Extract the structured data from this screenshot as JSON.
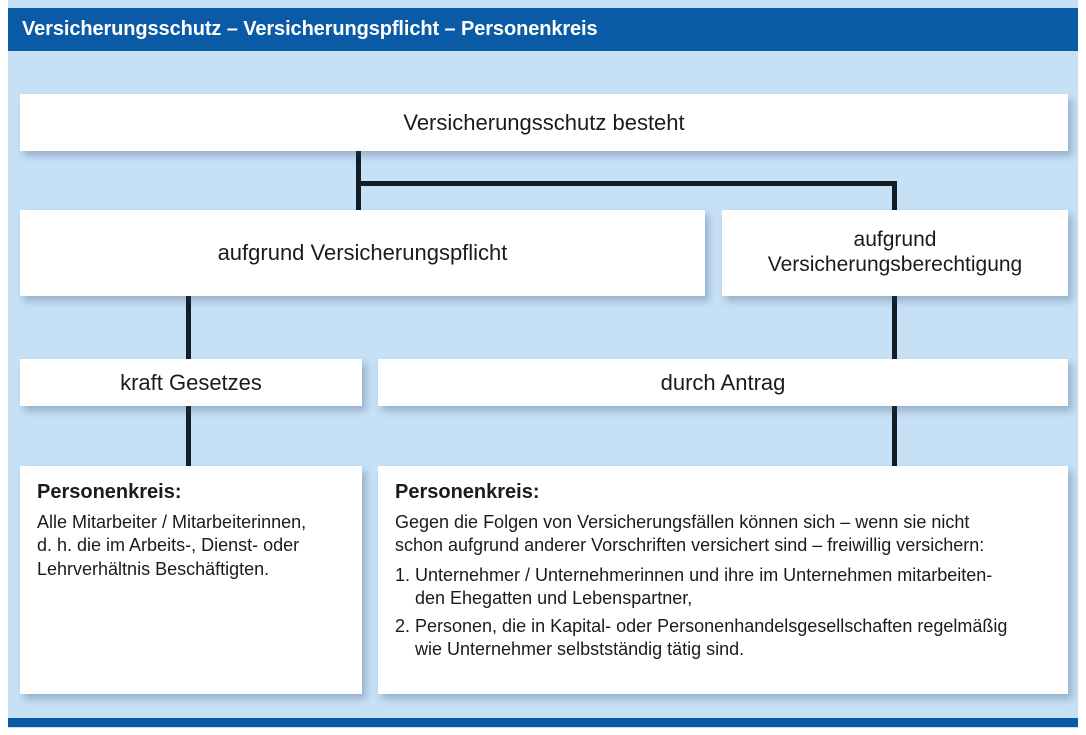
{
  "header": {
    "title": "Versicherungsschutz – Versicherungspflicht – Personenkreis",
    "bar_color": "#0b5aa5"
  },
  "colors": {
    "background": "#c6e0f6",
    "accent": "#0b5aa5",
    "box_fill": "#ffffff",
    "connector": "#141c26",
    "text": "#1b1b1b"
  },
  "nodes": {
    "root": "Versicherungsschutz besteht",
    "branch_left": "aufgrund Versicherungspflicht",
    "branch_right_line1": "aufgrund",
    "branch_right_line2": "Versicherungsberechtigung",
    "leaf_left": "kraft Gesetzes",
    "leaf_right": "durch Antrag"
  },
  "detail_left": {
    "heading": "Personenkreis:",
    "lines": [
      "Alle Mitarbeiter / Mitarbeiterinnen,",
      "d. h. die im Arbeits-, Dienst- oder",
      "Lehrverhältnis Beschäftigten."
    ]
  },
  "detail_right": {
    "heading": "Personenkreis:",
    "intro_lines": [
      "Gegen die Folgen von Versicherungsfällen können sich – wenn sie nicht",
      "schon aufgrund anderer Vorschriften versichert sind – freiwillig versichern:"
    ],
    "items": [
      {
        "number": "1.",
        "lines": [
          "Unternehmer / Unternehmerinnen und ihre im Unternehmen mitarbeiten-",
          "den Ehegatten und Lebenspartner,"
        ]
      },
      {
        "number": "2.",
        "lines": [
          "Personen, die in Kapital- oder Personenhandelsgesellschaften regelmäßig",
          "wie Unternehmer selbstständig tätig sind."
        ]
      }
    ]
  }
}
